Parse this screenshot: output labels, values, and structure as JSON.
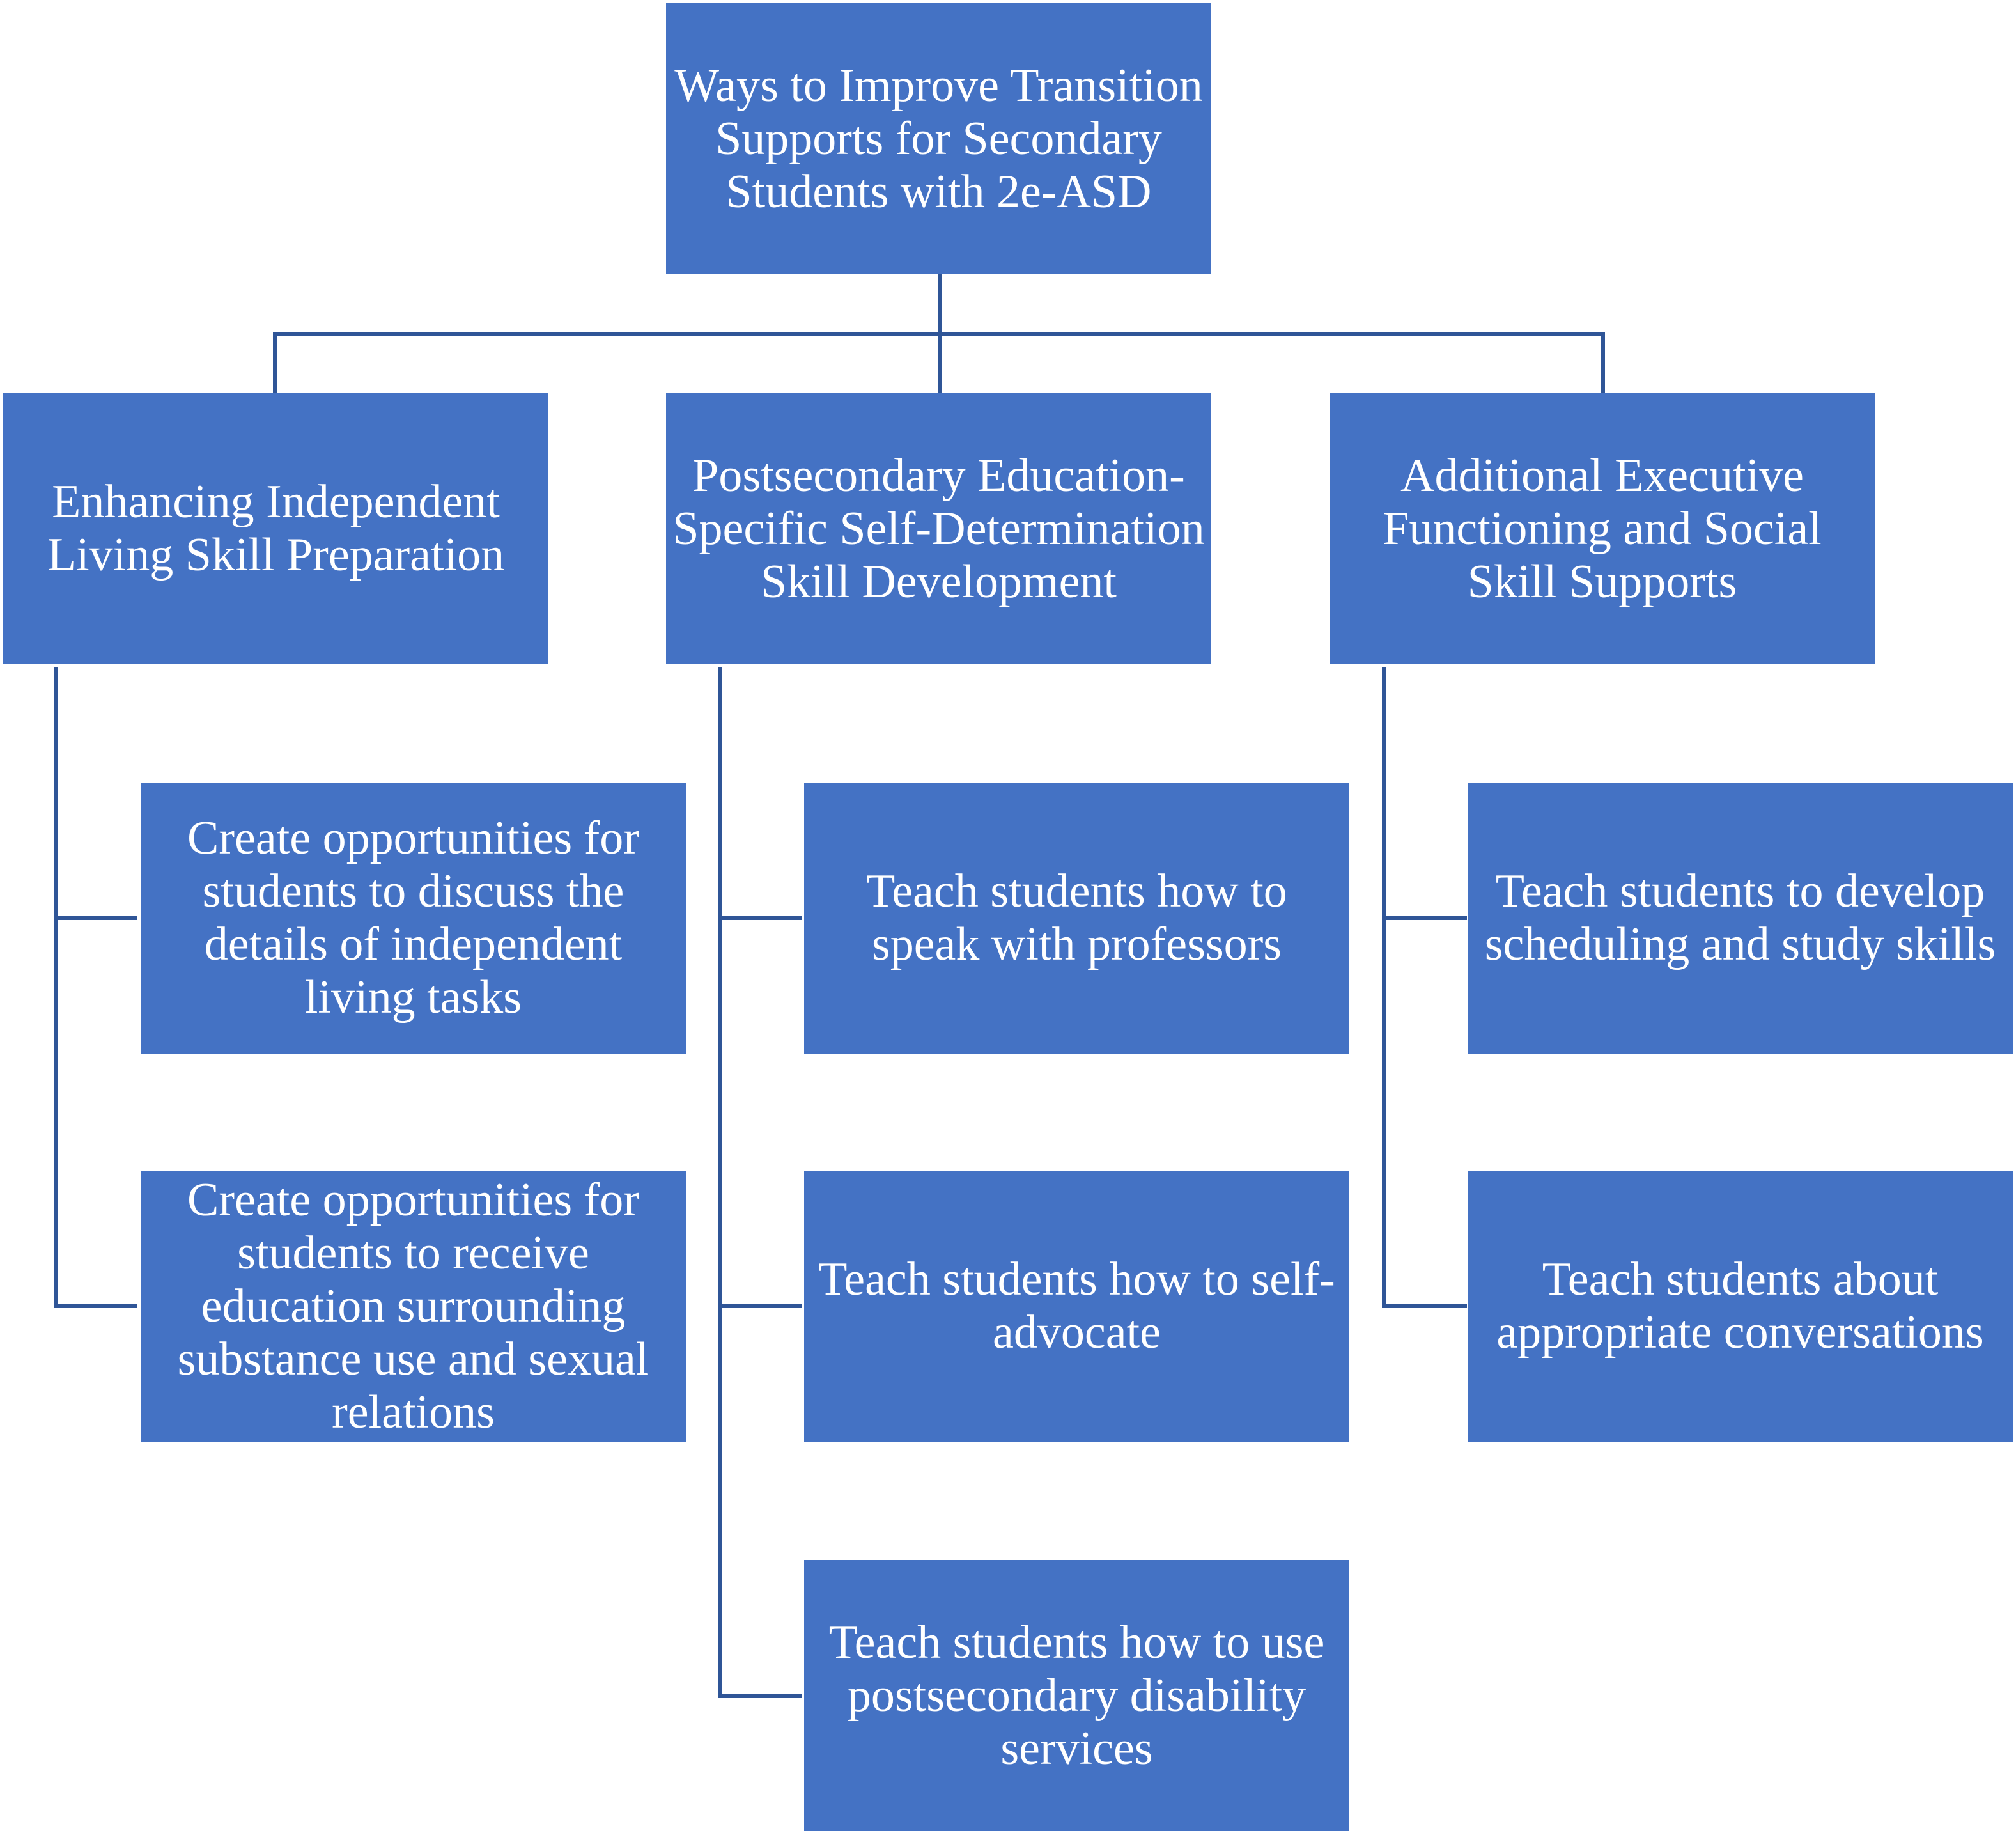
{
  "diagram": {
    "root": "Ways to Improve Transition Supports for Secondary Students with 2e-ASD",
    "branches": [
      {
        "label": "Enhancing Independent Living Skill Preparation",
        "children": [
          "Create opportunities for students to discuss the details of independent living tasks",
          "Create opportunities for students to receive education surrounding substance use and sexual relations"
        ]
      },
      {
        "label": "Postsecondary Education-Specific Self-Determination Skill Development",
        "children": [
          "Teach students how to speak with professors",
          "Teach students how to self-advocate",
          "Teach students how to use postsecondary disability services"
        ]
      },
      {
        "label": "Additional Executive Functioning and Social Skill Supports",
        "children": [
          "Teach students to develop scheduling and study skills",
          "Teach students about appropriate conversations"
        ]
      }
    ],
    "colors": {
      "box_fill": "#4472C4",
      "box_text": "#FFFFFF",
      "connector": "#2F5597",
      "background": "#FFFFFF"
    }
  }
}
